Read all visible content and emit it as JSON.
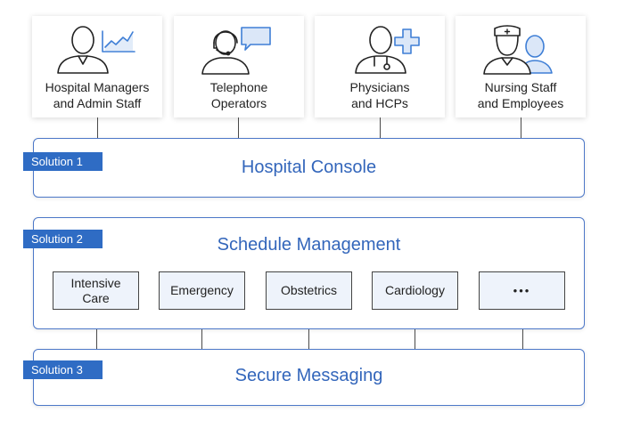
{
  "roles": [
    {
      "id": "managers",
      "label": "Hospital Managers\nand Admin Staff",
      "icon": "manager-chart-icon"
    },
    {
      "id": "operators",
      "label": "Telephone\nOperators",
      "icon": "operator-headset-icon"
    },
    {
      "id": "physicians",
      "label": "Physicians\nand HCPs",
      "icon": "physician-cross-icon"
    },
    {
      "id": "nursing",
      "label": "Nursing Staff\nand Employees",
      "icon": "nurse-staff-icon"
    }
  ],
  "solutions": [
    {
      "tag": "Solution 1",
      "title": "Hospital Console"
    },
    {
      "tag": "Solution 2",
      "title": "Schedule Management"
    },
    {
      "tag": "Solution 3",
      "title": "Secure Messaging"
    }
  ],
  "departments": [
    "Intensive\nCare",
    "Emergency",
    "Obstetrics",
    "Cardiology",
    "•••"
  ],
  "colors": {
    "accent": "#2f6cc4",
    "title": "#3366bb",
    "icon_stroke": "#222222",
    "icon_accent": "#3f7fd6",
    "dept_fill": "#eef3fb"
  }
}
